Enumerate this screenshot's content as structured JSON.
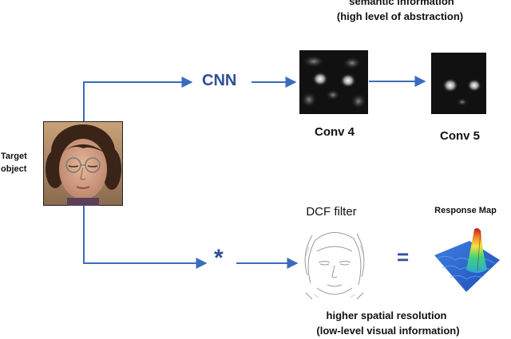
{
  "labels": {
    "semantic_line1": "semantic information",
    "semantic_line2": "(high level of abstraction)",
    "target_line1": "Target",
    "target_line2": "object",
    "cnn": "CNN",
    "conv4": "Conv 4",
    "conv5": "Conv 5",
    "dcf_filter": "DCF filter",
    "response_map": "Response Map",
    "convolution_symbol": "*",
    "equals_symbol": "=",
    "spatial_line1": "higher spatial resolution",
    "spatial_line2": "(low-level visual information)"
  },
  "colors": {
    "arrow": "#3b6bbf",
    "cnn_text": "#2e4f99",
    "feature_bg": "#111111",
    "label_text": "#111111"
  },
  "icons": {
    "target_face": "face-photo",
    "conv4_map": "feature-map-conv4",
    "conv5_map": "feature-map-conv5",
    "dcf": "edge-face-sketch",
    "response": "3d-response-surface"
  }
}
